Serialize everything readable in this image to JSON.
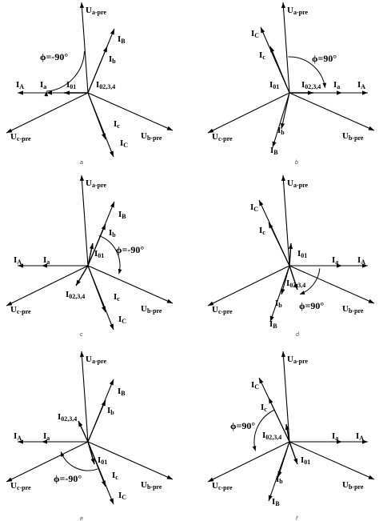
{
  "panels": [
    {
      "caption": "a",
      "labels": {
        "ua": [
          "U",
          "a-pre"
        ],
        "ub": [
          "U",
          "b-pre"
        ],
        "uc": [
          "U",
          "c-pre"
        ],
        "IA": [
          "I",
          "A"
        ],
        "Ia": [
          "I",
          "a"
        ],
        "IB": [
          "I",
          "B"
        ],
        "Ib": [
          "I",
          "b"
        ],
        "IC": [
          "I",
          "C"
        ],
        "Ic": [
          "I",
          "c"
        ],
        "I01": [
          "I",
          "01"
        ],
        "I02": [
          "I",
          "02,3,4"
        ],
        "phi": "ϕ=-90°"
      }
    },
    {
      "caption": "b",
      "labels": {
        "ua": [
          "U",
          "a-pre"
        ],
        "ub": [
          "U",
          "b-pre"
        ],
        "uc": [
          "U",
          "c-pre"
        ],
        "IA": [
          "I",
          "A"
        ],
        "Ia": [
          "I",
          "a"
        ],
        "IB": [
          "I",
          "B"
        ],
        "Ib": [
          "I",
          "b"
        ],
        "IC": [
          "I",
          "C"
        ],
        "Ic": [
          "I",
          "c"
        ],
        "I01": [
          "I",
          "01"
        ],
        "I02": [
          "I",
          "02,3,4"
        ],
        "phi": "ϕ=90°"
      }
    },
    {
      "caption": "c",
      "labels": {
        "ua": [
          "U",
          "a-pre"
        ],
        "ub": [
          "U",
          "b-pre"
        ],
        "uc": [
          "U",
          "c-pre"
        ],
        "IA": [
          "I",
          "A"
        ],
        "Ia": [
          "I",
          "a"
        ],
        "IB": [
          "I",
          "B"
        ],
        "Ib": [
          "I",
          "b"
        ],
        "IC": [
          "I",
          "C"
        ],
        "Ic": [
          "I",
          "c"
        ],
        "I01": [
          "I",
          "01"
        ],
        "I02": [
          "I",
          "02,3,4"
        ],
        "phi": "ϕ=-90°"
      }
    },
    {
      "caption": "d",
      "labels": {
        "ua": [
          "U",
          "a-pre"
        ],
        "ub": [
          "U",
          "b-pre"
        ],
        "uc": [
          "U",
          "c-pre"
        ],
        "IA": [
          "I",
          "A"
        ],
        "Ia": [
          "I",
          "a"
        ],
        "IB": [
          "I",
          "B"
        ],
        "Ib": [
          "I",
          "b"
        ],
        "IC": [
          "I",
          "C"
        ],
        "Ic": [
          "I",
          "c"
        ],
        "I01": [
          "I",
          "01"
        ],
        "I02": [
          "I",
          "02,3,4"
        ],
        "phi": "ϕ=90°"
      }
    },
    {
      "caption": "e",
      "labels": {
        "ua": [
          "U",
          "a-pre"
        ],
        "ub": [
          "U",
          "b-pre"
        ],
        "uc": [
          "U",
          "c-pre"
        ],
        "IA": [
          "I",
          "A"
        ],
        "Ia": [
          "I",
          "a"
        ],
        "IB": [
          "I",
          "B"
        ],
        "Ib": [
          "I",
          "b"
        ],
        "IC": [
          "I",
          "C"
        ],
        "Ic": [
          "I",
          "c"
        ],
        "I01": [
          "I",
          "01"
        ],
        "I02": [
          "I",
          "02,3,4"
        ],
        "phi": "ϕ=-90°"
      }
    },
    {
      "caption": "f",
      "labels": {
        "ua": [
          "U",
          "a-pre"
        ],
        "ub": [
          "U",
          "b-pre"
        ],
        "uc": [
          "U",
          "c-pre"
        ],
        "IA": [
          "I",
          "A"
        ],
        "Ia": [
          "I",
          "a"
        ],
        "IB": [
          "I",
          "B"
        ],
        "Ib": [
          "I",
          "b"
        ],
        "IC": [
          "I",
          "C"
        ],
        "Ic": [
          "I",
          "c"
        ],
        "I01": [
          "I",
          "01"
        ],
        "I02": [
          "I",
          "02,3,4"
        ],
        "phi": "ϕ=90°"
      }
    }
  ]
}
